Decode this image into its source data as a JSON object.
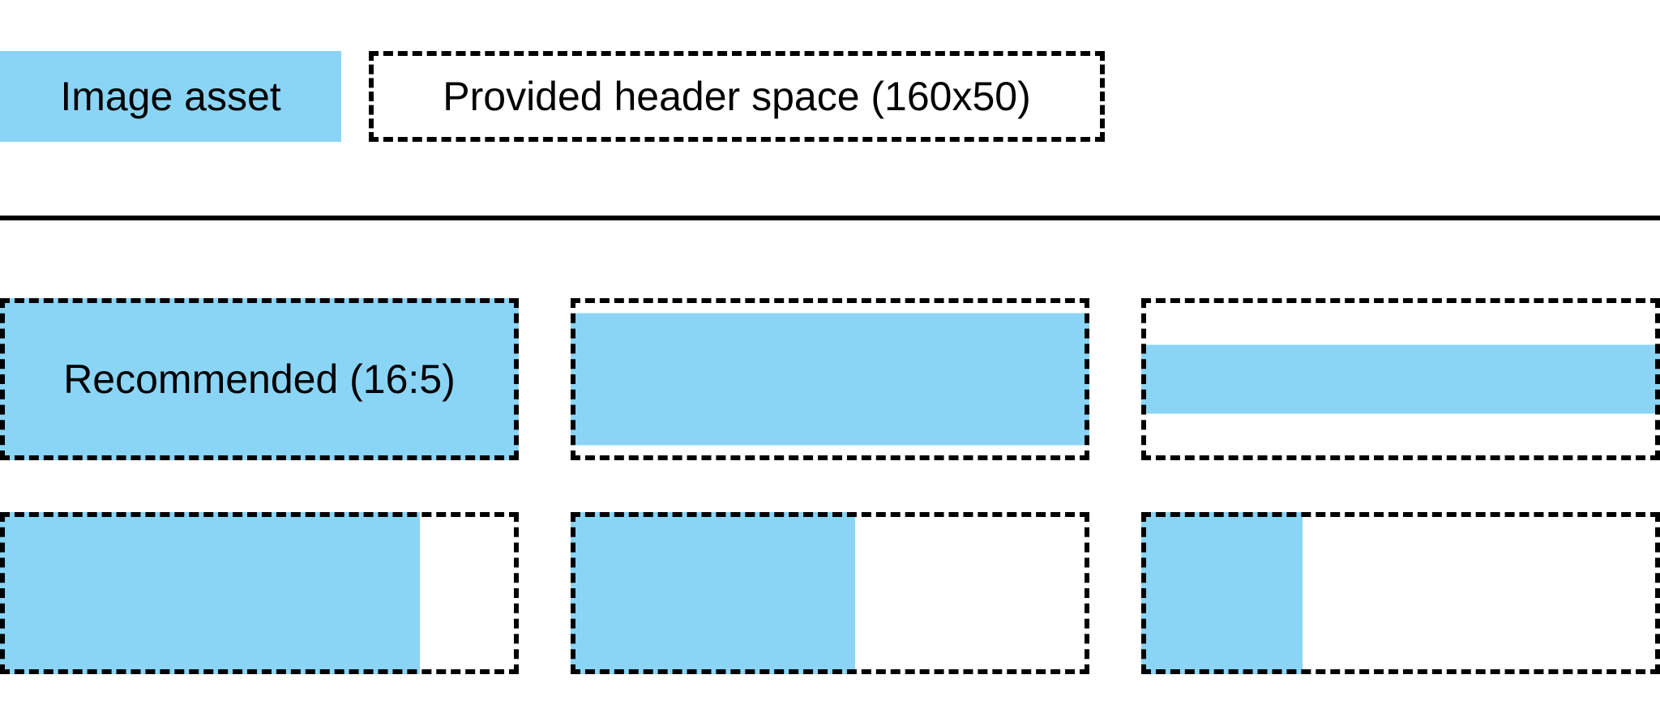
{
  "colors": {
    "asset_blue": "#8ad4f6",
    "outline": "#000000",
    "text": "#000000",
    "background": "#ffffff"
  },
  "legend": {
    "image_asset": {
      "label": "Image asset"
    },
    "header_space": {
      "label": "Provided header space (160x50)"
    }
  },
  "examples": {
    "recommended_aspect": "16:5",
    "row_top": [
      {
        "id": "recommended-full-fill",
        "label": "Recommended (16:5)",
        "fill": {
          "width_pct": 100,
          "height_pct": 100
        }
      },
      {
        "id": "full-width-shorter",
        "fill": {
          "width_pct": 100,
          "height_pct": 81.5
        }
      },
      {
        "id": "full-width-thin-strip",
        "fill": {
          "width_pct": 100,
          "height_pct": 42.5
        }
      }
    ],
    "row_bottom": [
      {
        "id": "full-height-wide",
        "fill": {
          "width_pct": 80.9,
          "height_pct": 100
        }
      },
      {
        "id": "full-height-medium",
        "fill": {
          "width_pct": 54.8,
          "height_pct": 100
        }
      },
      {
        "id": "full-height-narrow",
        "fill": {
          "width_pct": 31.1,
          "height_pct": 100
        }
      }
    ]
  }
}
